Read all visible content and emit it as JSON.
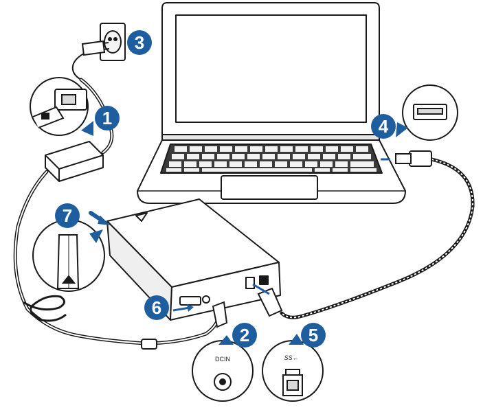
{
  "colors": {
    "accent": "#1E5E9E",
    "outline": "#1a1a1a",
    "fill": "#ffffff",
    "shade": "#d9d9d9"
  },
  "steps": [
    {
      "number": "1",
      "icon": "adapter-plug-icon"
    },
    {
      "number": "2",
      "icon": "dc-in-port-icon"
    },
    {
      "number": "3",
      "icon": "wall-outlet-icon"
    },
    {
      "number": "4",
      "icon": "usb-a-port-icon"
    },
    {
      "number": "5",
      "icon": "usb3-b-port-icon"
    },
    {
      "number": "6",
      "icon": "arrow-icon"
    },
    {
      "number": "7",
      "icon": "arrow-icon"
    }
  ],
  "port_labels": {
    "dc_in": "DCIN",
    "usb": "SS←"
  },
  "icons": {
    "laptop": "laptop-icon",
    "drive": "external-optical-drive-icon",
    "adapter": "power-adapter-icon",
    "cable": "usb-cable-icon",
    "eject": "eject-icon"
  }
}
